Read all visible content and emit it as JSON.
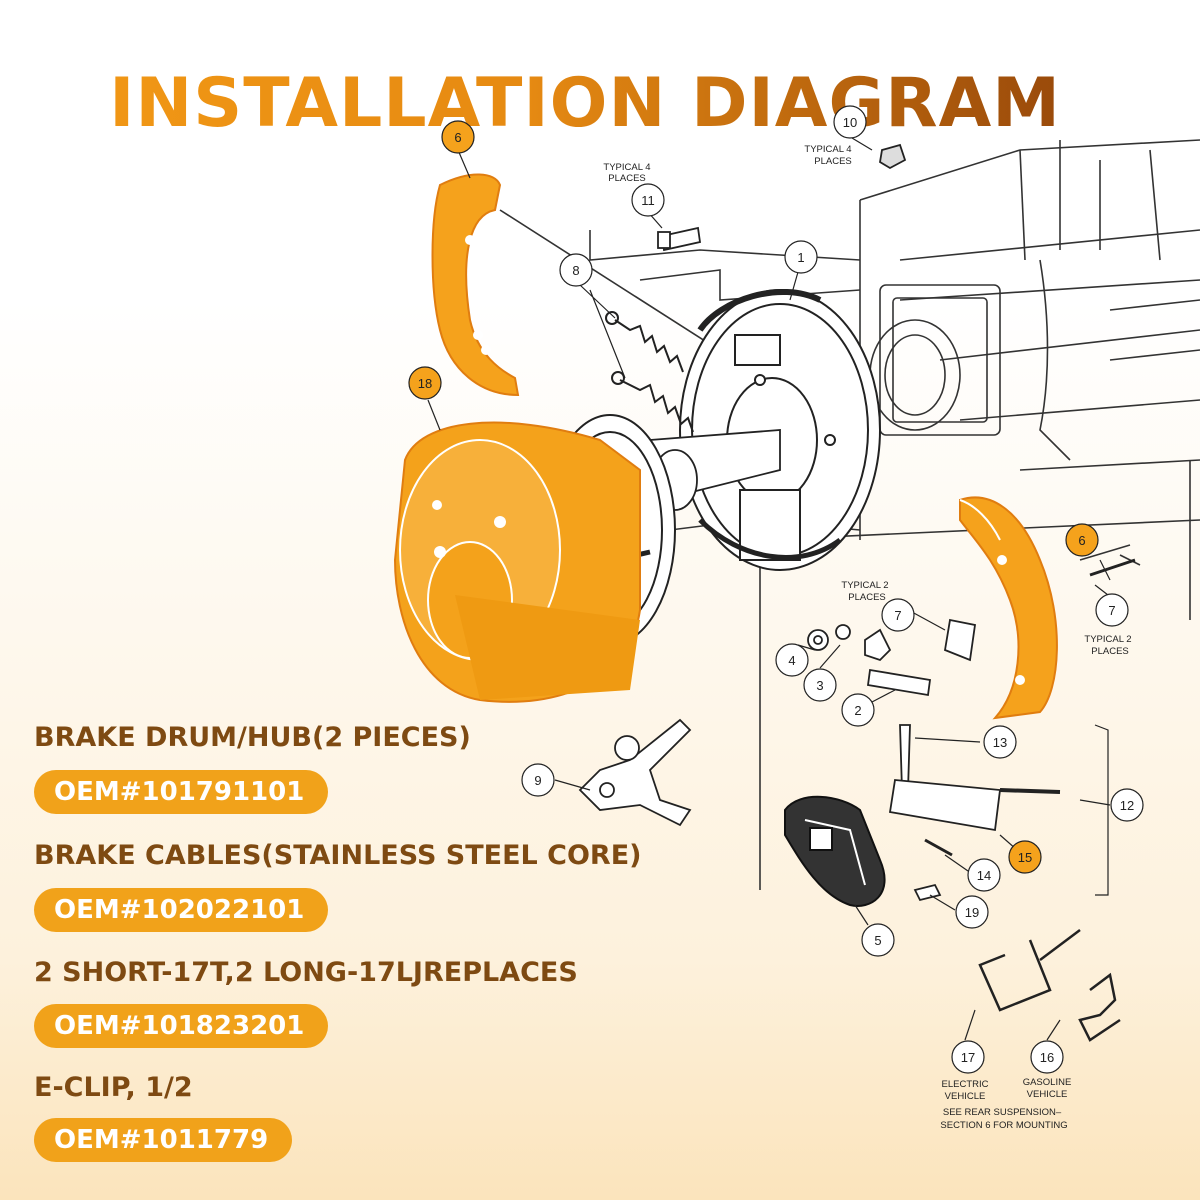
{
  "title": "INSTALLATION DIAGRAM",
  "colors": {
    "accent": "#f1a21a",
    "title_start": "#f39a16",
    "title_end": "#8a3d09",
    "label_text": "#7e4a12"
  },
  "callouts": [
    "1",
    "2",
    "3",
    "4",
    "5",
    "6",
    "7",
    "8",
    "9",
    "10",
    "11",
    "12",
    "13",
    "14",
    "15",
    "16",
    "17",
    "18",
    "19"
  ],
  "notes": {
    "typical4_a": "TYPICAL 4",
    "places": "PLACES",
    "typical2": "TYPICAL 2",
    "electric": "ELECTRIC",
    "gasoline": "GASOLINE",
    "vehicle": "VEHICLE",
    "rear_susp_1": "SEE REAR SUSPENSION–",
    "rear_susp_2": "SECTION 6 FOR MOUNTING"
  },
  "parts": [
    {
      "name": "BRAKE DRUM/HUB(2 PIECES)",
      "oem": "OEM#101791101"
    },
    {
      "name": "BRAKE CABLES(STAINLESS STEEL CORE)",
      "oem": "OEM#102022101"
    },
    {
      "name": "2 SHORT-17T,2 LONG-17LJREPLACES",
      "oem": "OEM#101823201"
    },
    {
      "name": "E-CLIP, 1/2",
      "oem": "OEM#1011779"
    }
  ]
}
